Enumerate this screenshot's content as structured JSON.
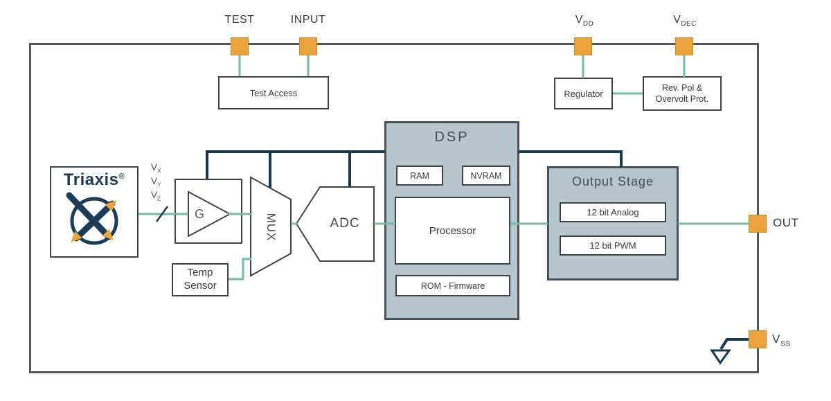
{
  "pins": {
    "test": {
      "label": "TEST"
    },
    "input": {
      "label": "INPUT"
    },
    "vdd": {
      "base": "V",
      "sub": "DD"
    },
    "vdec": {
      "base": "V",
      "sub": "DEC"
    },
    "out": {
      "label": "OUT"
    },
    "vss": {
      "base": "V",
      "sub": "SS"
    }
  },
  "signals": {
    "vx": {
      "base": "V",
      "sub": "X"
    },
    "vy": {
      "base": "V",
      "sub": "Y"
    },
    "vz": {
      "base": "V",
      "sub": "Z"
    }
  },
  "blocks": {
    "test_access": {
      "label": "Test Access"
    },
    "regulator": {
      "label": "Regulator"
    },
    "protection": {
      "line1": "Rev. Pol &",
      "line2": "Overvolt Prot."
    },
    "triaxis": {
      "brand": "Triaxis",
      "registered": "®"
    },
    "amplifier": {
      "label": "G"
    },
    "mux": {
      "label": "MUX"
    },
    "temp_sensor": {
      "line1": "Temp",
      "line2": "Sensor"
    },
    "adc": {
      "label": "ADC"
    },
    "dsp": {
      "title": "DSP",
      "ram": "RAM",
      "nvram": "NVRAM",
      "processor": "Processor",
      "rom": "ROM - Firmware"
    },
    "output_stage": {
      "title": "Output Stage",
      "analog": "12 bit Analog",
      "pwm": "12 bit PWM"
    }
  },
  "colors": {
    "pin_fill": "#EBA33C",
    "signal_wire": "#6FBFA0",
    "digital_bus": "#16384F",
    "module_fill": "#B5C6CF",
    "brand_navy": "#1B3C59"
  }
}
